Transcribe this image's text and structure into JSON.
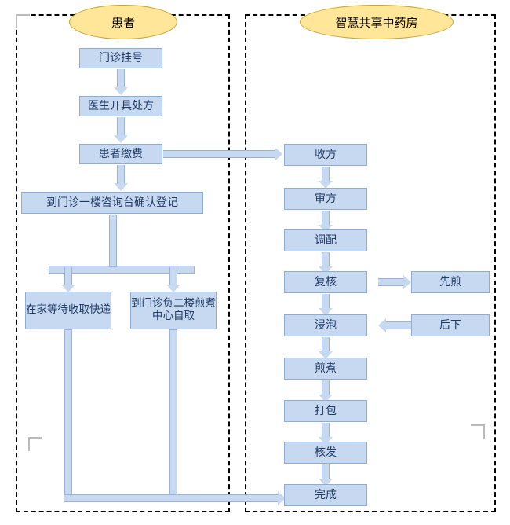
{
  "diagram": {
    "type": "flowchart",
    "lanes": [
      {
        "id": "patient",
        "title": "患者"
      },
      {
        "id": "pharmacy",
        "title": "智慧共享中药房"
      }
    ],
    "patient_steps": [
      {
        "id": "register",
        "label": "门诊挂号"
      },
      {
        "id": "prescribe",
        "label": "医生开具处方"
      },
      {
        "id": "pay",
        "label": "患者缴费"
      },
      {
        "id": "confirm",
        "label": "到门诊一楼咨询台确认登记"
      },
      {
        "id": "express",
        "label": "在家等待收取快递"
      },
      {
        "id": "selfpick",
        "label": "到门诊负二楼煎煮中心自取"
      }
    ],
    "pharmacy_steps": [
      {
        "id": "receive",
        "label": "收方"
      },
      {
        "id": "review",
        "label": "审方"
      },
      {
        "id": "dispense",
        "label": "调配"
      },
      {
        "id": "recheck",
        "label": "复核"
      },
      {
        "id": "soak",
        "label": "浸泡"
      },
      {
        "id": "decoct",
        "label": "煎煮"
      },
      {
        "id": "pack",
        "label": "打包"
      },
      {
        "id": "verify",
        "label": "核发"
      },
      {
        "id": "done",
        "label": "完成"
      }
    ],
    "side_steps": [
      {
        "id": "predecoct",
        "label": "先煎"
      },
      {
        "id": "postadd",
        "label": "后下"
      }
    ],
    "colors": {
      "box_fill": "#c6d9f0",
      "box_text": "#1f3864",
      "ellipse_fill": "#ffe699",
      "lane_border": "#000000"
    }
  }
}
